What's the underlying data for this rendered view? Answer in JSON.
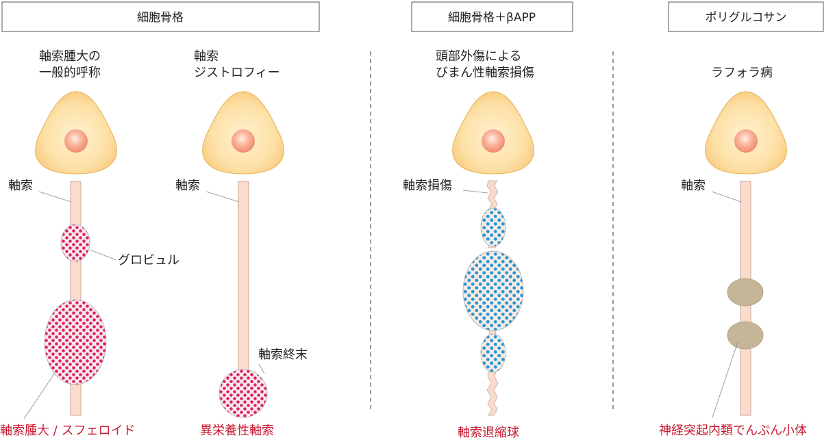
{
  "headers": {
    "cytoskeleton": "細胞骨格",
    "cytoskeleton_bapp": "細胞骨格＋βAPP",
    "polyglucosan": "ポリグルコサン"
  },
  "columns": {
    "col1": {
      "title_line1": "軸索腫大の",
      "title_line2": "一般的呼称",
      "axon_label": "軸索",
      "globule_label": "グロビュル",
      "bottom_label": "軸索腫大 / スフェロイド"
    },
    "col2": {
      "title_line1": "軸索",
      "title_line2": "ジストロフィー",
      "axon_label": "軸索",
      "terminal_label": "軸索終末",
      "bottom_label": "異栄養性軸索"
    },
    "col3": {
      "title_line1": "頭部外傷による",
      "title_line2": "びまん性軸索損傷",
      "injury_label": "軸索損傷",
      "bottom_label": "軸索退縮球"
    },
    "col4": {
      "title_line1": "ラフォラ病",
      "axon_label": "軸索",
      "bottom_label": "神経突起内類でんぷん小体"
    }
  },
  "colors": {
    "soma_fill": "#fcd896",
    "soma_edge": "#e8b860",
    "axon_fill": "#f9dccd",
    "axon_edge": "#c8a898",
    "magenta_dots": "#dc1e74",
    "blue_dots": "#2a9ad8",
    "dot_background": "#faece4",
    "lafora_body": "#c4b697",
    "label_red": "#c8182f",
    "line_gray": "#888888"
  }
}
